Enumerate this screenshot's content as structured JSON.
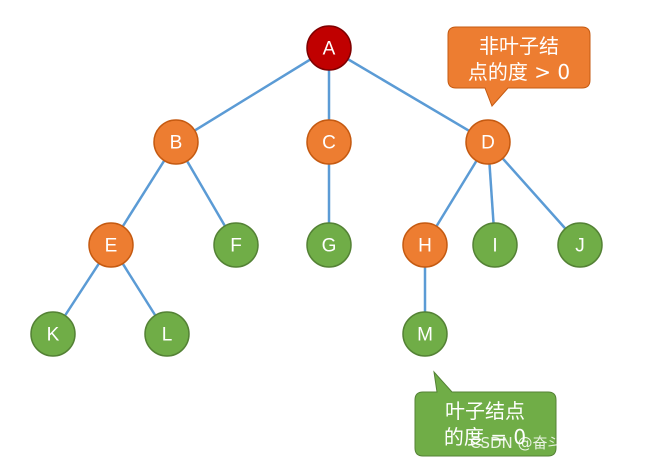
{
  "colors": {
    "root": "#c00000",
    "root_stroke": "#7f0000",
    "internal": "#ed7d31",
    "internal_stroke": "#c55a11",
    "leaf": "#70ad47",
    "leaf_stroke": "#548235",
    "edge": "#5b9bd5",
    "callout_internal": "#ed7d31",
    "callout_leaf": "#70ad47"
  },
  "tree": {
    "nodes": [
      {
        "id": "A",
        "label": "A",
        "kind": "root"
      },
      {
        "id": "B",
        "label": "B",
        "kind": "internal"
      },
      {
        "id": "C",
        "label": "C",
        "kind": "internal"
      },
      {
        "id": "D",
        "label": "D",
        "kind": "internal"
      },
      {
        "id": "E",
        "label": "E",
        "kind": "internal"
      },
      {
        "id": "F",
        "label": "F",
        "kind": "leaf"
      },
      {
        "id": "G",
        "label": "G",
        "kind": "leaf"
      },
      {
        "id": "H",
        "label": "H",
        "kind": "internal"
      },
      {
        "id": "I",
        "label": "I",
        "kind": "leaf"
      },
      {
        "id": "J",
        "label": "J",
        "kind": "leaf"
      },
      {
        "id": "K",
        "label": "K",
        "kind": "leaf"
      },
      {
        "id": "L",
        "label": "L",
        "kind": "leaf"
      },
      {
        "id": "M",
        "label": "M",
        "kind": "leaf"
      }
    ],
    "edges": [
      [
        "A",
        "B"
      ],
      [
        "A",
        "C"
      ],
      [
        "A",
        "D"
      ],
      [
        "B",
        "E"
      ],
      [
        "B",
        "F"
      ],
      [
        "C",
        "G"
      ],
      [
        "D",
        "H"
      ],
      [
        "D",
        "I"
      ],
      [
        "D",
        "J"
      ],
      [
        "E",
        "K"
      ],
      [
        "E",
        "L"
      ],
      [
        "H",
        "M"
      ]
    ]
  },
  "callouts": {
    "non_leaf": {
      "line1": "非叶子结",
      "line2": "点的度 > 0"
    },
    "leaf": {
      "line1": "叶子结点",
      "line2": "的度 = 0"
    }
  },
  "watermark": "CSDN @奋斗的小方"
}
